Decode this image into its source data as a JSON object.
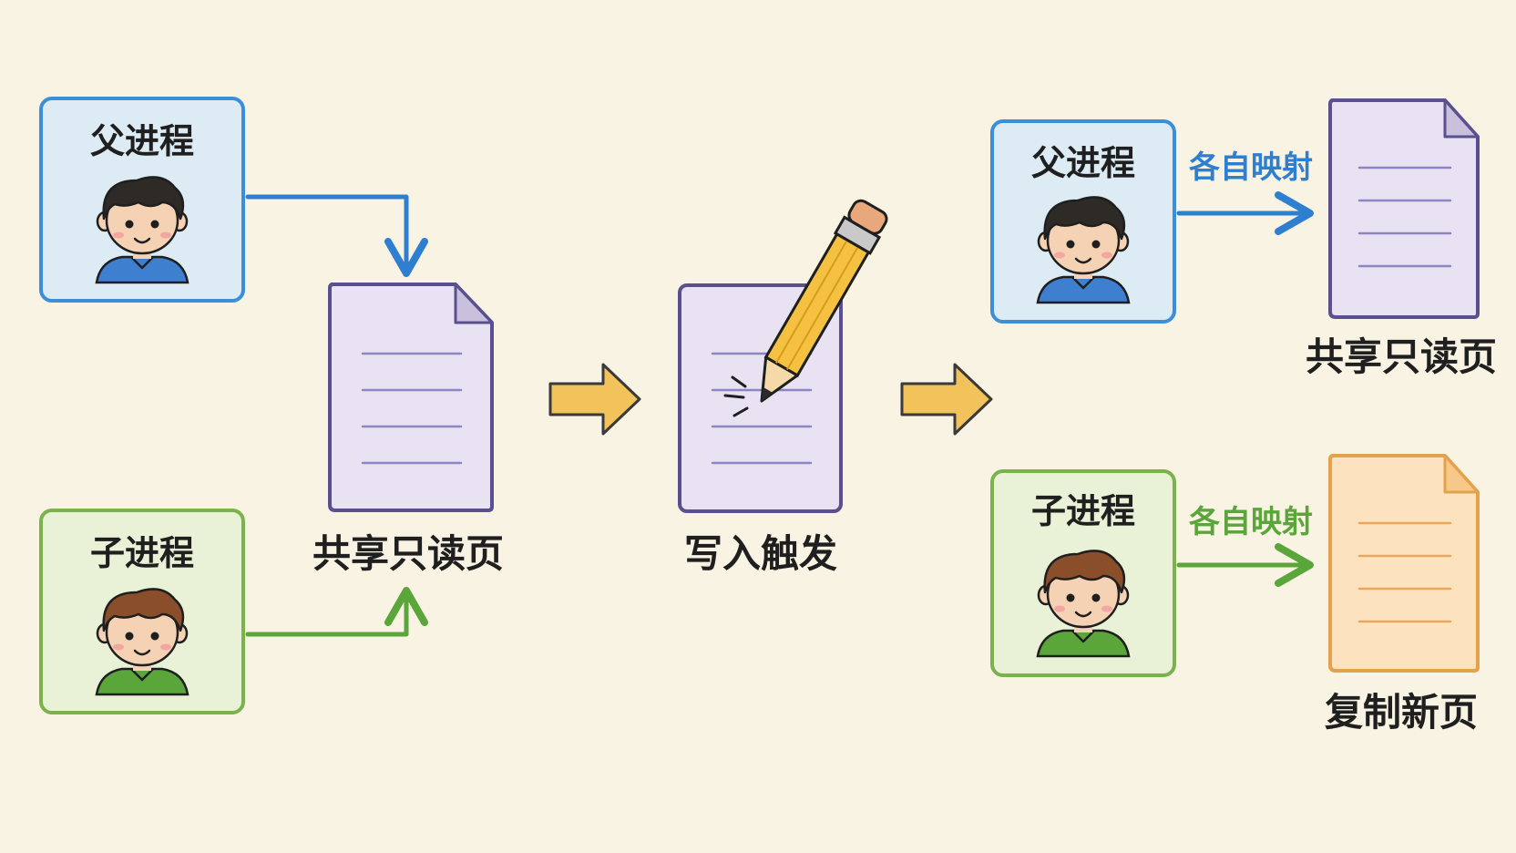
{
  "diagram": {
    "stage_before": {
      "parent": {
        "label": "父进程"
      },
      "child": {
        "label": "子进程"
      },
      "shared_page": {
        "label": "共享只读页"
      }
    },
    "stage_trigger": {
      "label": "写入触发"
    },
    "stage_after": {
      "parent": {
        "label": "父进程",
        "arrow_label": "各自映射"
      },
      "child": {
        "label": "子进程",
        "arrow_label": "各自映射"
      },
      "parent_page": {
        "label": "共享只读页"
      },
      "child_page": {
        "label": "复制新页"
      }
    }
  },
  "colors": {
    "background": "#f8f3e3",
    "parent_border": "#3b8fd9",
    "parent_fill": "#dcebf4",
    "child_border": "#7bb24e",
    "child_fill": "#e9f1d7",
    "page_border": "#5a4f8f",
    "page_fill": "#e9e2f2",
    "copy_border": "#e3a24b",
    "copy_fill": "#fde2bf",
    "step_arrow": "#f2c35a",
    "parent_arrow": "#2f7fd1",
    "child_arrow": "#5aa63a"
  },
  "icons": {
    "parent_avatar": "boy-blue-shirt-icon",
    "child_avatar": "boy-green-shirt-icon",
    "page": "document-page-icon",
    "pencil": "pencil-icon",
    "step": "right-arrow-icon"
  }
}
